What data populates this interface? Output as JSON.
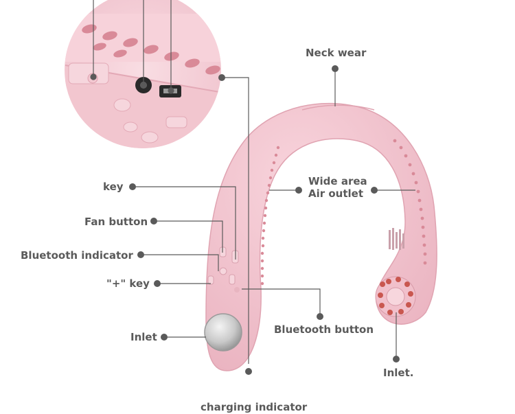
{
  "labels": {
    "neck_wear": "Neck wear",
    "key": "key",
    "wide_area_line1": "Wide area",
    "wide_area_line2": "Air outlet",
    "fan_button": "Fan button",
    "bluetooth_indicator": "Bluetooth indicator",
    "plus_key": "\"+\" key",
    "inlet_left": "Inlet",
    "bluetooth_button": "Bluetooth button",
    "inlet_right": "Inlet.",
    "charging_indicator": "charging indicator"
  },
  "colors": {
    "product_pink": "#f3c3cd",
    "product_shadow": "#e6a9b6",
    "callout_line": "#5a5a5a",
    "label_text": "#5a5a5a",
    "vent_slot": "#d98a98"
  }
}
